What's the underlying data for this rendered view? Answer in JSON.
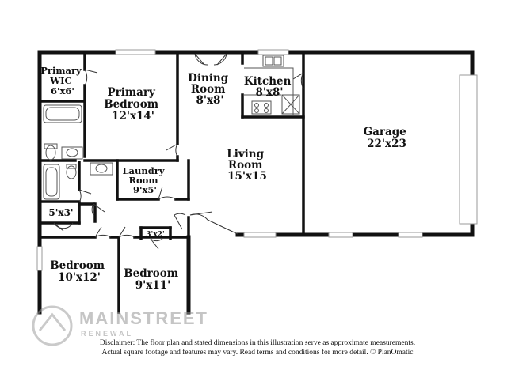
{
  "rooms": {
    "primary_wic": {
      "name": "Primary\nWIC",
      "dims": "6'x6'"
    },
    "primary_bedroom": {
      "name": "Primary\nBedroom",
      "dims": "12'x14'"
    },
    "dining_room": {
      "name": "Dining\nRoom",
      "dims": "8'x8'"
    },
    "kitchen": {
      "name": "Kitchen",
      "dims": "8'x8'"
    },
    "garage": {
      "name": "Garage",
      "dims": "22'x23"
    },
    "living_room": {
      "name": "Living\nRoom",
      "dims": "15'x15"
    },
    "laundry_room": {
      "name": "Laundry\nRoom",
      "dims": "9'x5'"
    },
    "closet_hall": {
      "name": "",
      "dims": "5'x3'"
    },
    "closet_small": {
      "name": "",
      "dims": "3'x2'"
    },
    "bedroom_1": {
      "name": "Bedroom",
      "dims": "10'x12'"
    },
    "bedroom_2": {
      "name": "Bedroom",
      "dims": "9'x11'"
    }
  },
  "disclaimer": {
    "line1": "Disclaimer: The floor plan and stated dimensions in this illustration serve as approximate measurements.",
    "line2": "Actual square footage and features may vary. Read terms and conditions for more detail. © PlanOmatic"
  },
  "watermark": {
    "text": "MAINSTREET",
    "sub": "RENEWAL"
  },
  "colors": {
    "wall": "#111111",
    "fixture": "#555555",
    "window": "#cfcfcf",
    "background": "#ffffff"
  }
}
